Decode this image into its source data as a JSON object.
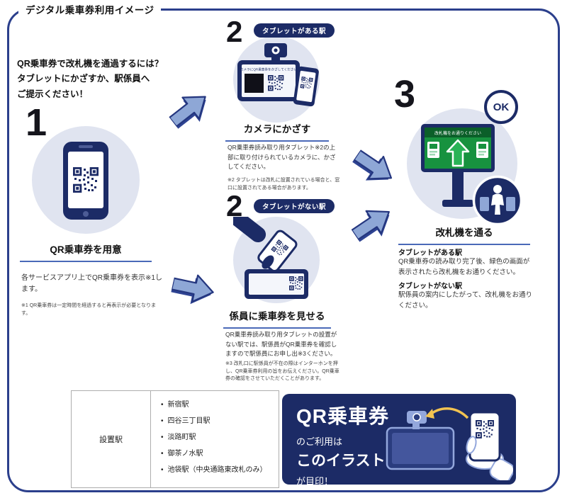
{
  "page": {
    "title": "デジタル乗車券利用イメージ"
  },
  "intro": {
    "line1": "QR乗車券で改札機を通過するには？",
    "line2": "タブレットにかざすか、駅係員へ",
    "line3": "ご提示ください！"
  },
  "step1": {
    "number": "1",
    "heading": "QR乗車券を用意",
    "body": "各サービスアプリ上でQR乗車券を表示※1します。",
    "note": "※1 QR乗車券は一定時間を経過すると再表示が必要となります。"
  },
  "step2_tablet": {
    "number": "2",
    "badge": "タブレットがある駅",
    "heading": "カメラにかざす",
    "body": "QR乗車券読み取り用タブレット※2の上部に取り付けられているカメラに、かざしてください。",
    "note": "※2 タブレットは改札に設置されている場合と、窓口に設置されてある場合があります。",
    "tablet_screen_text": "カメラにQR乗車券をかざしてください"
  },
  "step2_no_tablet": {
    "number": "2",
    "badge": "タブレットがない駅",
    "heading": "係員に乗車券を見せる",
    "body": "QR乗車券読み取り用タブレットの設置がない駅では、駅係員がQR乗車券を確認しますので駅係員にお申し出※3ください。",
    "note": "※3 改札口に駅係員が不在の際はインターホンを押し、QR乗車券利用の旨をお伝えください。QR乗車券の確認をさせていただくことがあります。"
  },
  "step3": {
    "number": "3",
    "heading": "改札機を通る",
    "gate_screen_text": "改札機をお通りください",
    "ok_label": "OK",
    "tablet_title": "タブレットがある駅",
    "tablet_body": "QR乗車券の読み取り完了後、緑色の画面が表示されたら改札機をお通りください。",
    "no_tablet_title": "タブレットがない駅",
    "no_tablet_body": "駅係員の案内にしたがって、改札機をお通りください。"
  },
  "station_table": {
    "label": "設置駅",
    "stations": [
      "新宿駅",
      "四谷三丁目駅",
      "淡路町駅",
      "御茶ノ水駅",
      "池袋駅（中央通路東改札のみ）"
    ]
  },
  "banner": {
    "title": "QR乗車券",
    "line2": "のご利用は",
    "line3": "このイラスト",
    "line4": "が目印！"
  },
  "colors": {
    "navy": "#1c2b66",
    "circle_bg": "#e0e4f0",
    "underline_blue": "#4a69b8",
    "arrow_fill": "#8ea7d6",
    "arrow_edge": "#24367f",
    "screen_green": "#17923f"
  }
}
